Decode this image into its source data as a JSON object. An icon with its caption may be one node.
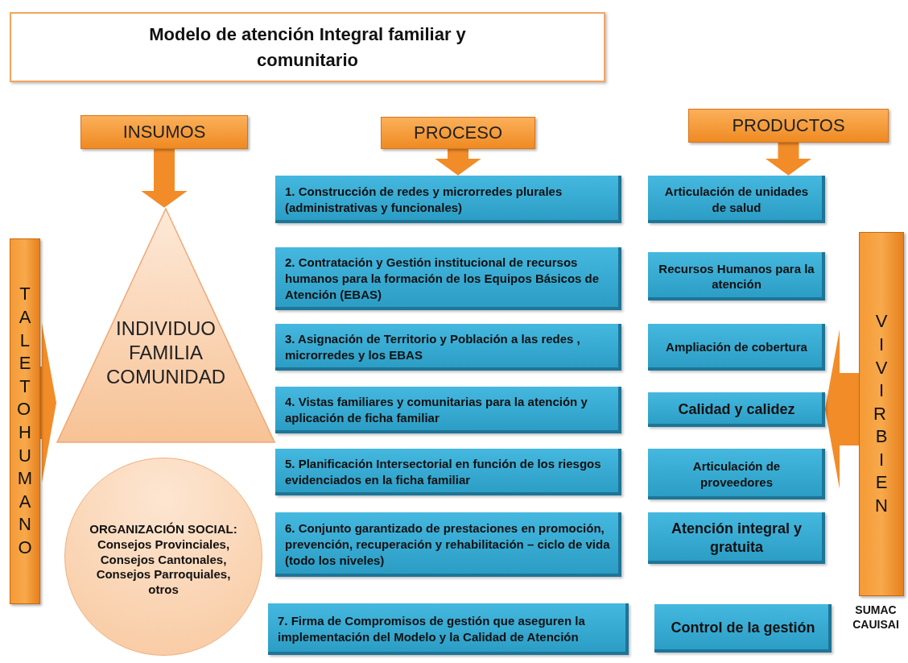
{
  "diagram": {
    "title": "Modelo de atención Integral familiar y comunitario",
    "nodes": [
      {
        "text": [
          "INSUMOS"
        ]
      },
      {
        "text": [
          "PROCESO"
        ]
      },
      {
        "text": [
          "PRODUCTOS"
        ]
      },
      {
        "text": [
          "TALETO HUMANO"
        ]
      },
      {
        "text": [
          "INDIVIDUO FAMILIA COMUNIDAD"
        ]
      },
      {
        "text": [
          "ORGANIZACIÓN SOCIAL:",
          "Consejos Provinciales, Consejos Cantonales, Consejos Parroquiales, otros"
        ]
      },
      {
        "text": [
          "1. Construcción de redes y microrredes plurales (administrativas y  funcionales)"
        ]
      },
      {
        "text": [
          "2.  Contratación y Gestión institucional de recursos humanos para la formación de los Equipos Básicos de Atención (EBAS)"
        ]
      },
      {
        "text": [
          "3. Asignación de Territorio y Población a las redes , microrredes y los EBAS"
        ]
      },
      {
        "text": [
          "4. Vistas familiares y comunitarias para la atención y aplicación de ficha familiar"
        ]
      },
      {
        "text": [
          "5. Planificación Intersectorial en función de los riesgos evidenciados en la ficha familiar"
        ]
      },
      {
        "text": [
          "6. Conjunto garantizado de prestaciones en promoción, prevención, recuperación y rehabilitación – ciclo de vida (todo los niveles)"
        ]
      },
      {
        "text": [
          "7. Firma de Compromisos de gestión que aseguren la implementación del Modelo y la Calidad de Atención"
        ]
      },
      {
        "text": [
          "Articulación de unidades de salud"
        ]
      },
      {
        "text": [
          "Recursos Humanos para la atención"
        ]
      },
      {
        "text": [
          "Ampliación de cobertura"
        ]
      },
      {
        "text": [
          "Calidad y calidez"
        ]
      },
      {
        "text": [
          "Articulación  de proveedores"
        ]
      },
      {
        "text": [
          "Atención integral y gratuita"
        ]
      },
      {
        "text": [
          "Control de la gestión"
        ]
      },
      {
        "text": [
          "VIVIR BIEN"
        ],
        "beside": [
          "SUMAC CAUISAI"
        ]
      }
    ],
    "edges": [
      {
        "from": 0,
        "to": 4,
        "arrow": "to"
      },
      {
        "from": 1,
        "to": 6,
        "arrow": "to"
      },
      {
        "from": 2,
        "to": 13,
        "arrow": "to"
      },
      {
        "from": 3,
        "to": 4,
        "arrow": "to",
        "style": "thick"
      },
      {
        "from": 20,
        "to": 16,
        "arrow": "to",
        "style": "thick"
      }
    ]
  }
}
